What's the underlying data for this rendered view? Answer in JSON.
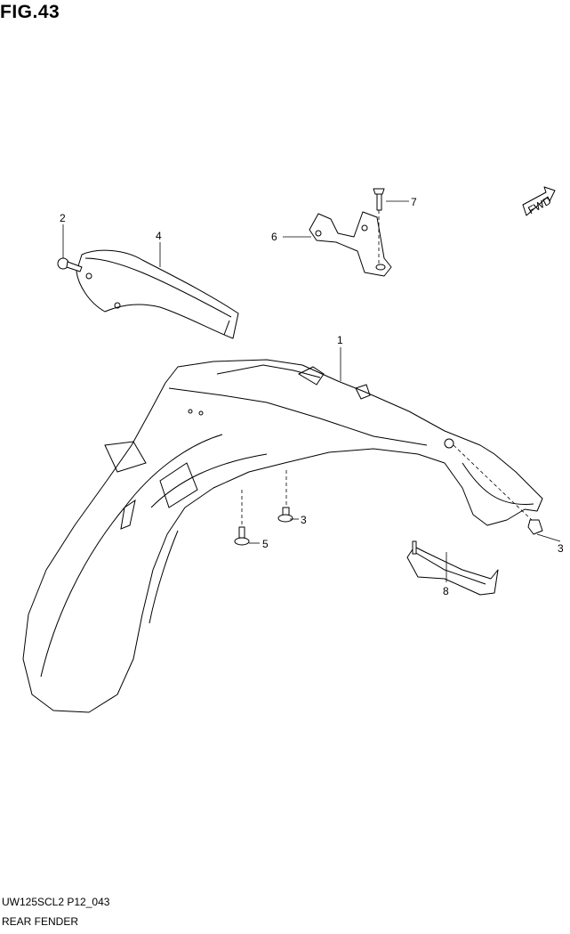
{
  "figure": {
    "title": "FIG.43",
    "model_code": "UW125SCL2 P12_043",
    "section_name": "REAR FENDER",
    "fwd_label": "FWD"
  },
  "callouts": [
    {
      "id": "c1",
      "label": "1"
    },
    {
      "id": "c2",
      "label": "2"
    },
    {
      "id": "c3a",
      "label": "3"
    },
    {
      "id": "c3b",
      "label": "3"
    },
    {
      "id": "c4",
      "label": "4"
    },
    {
      "id": "c5",
      "label": "5"
    },
    {
      "id": "c6",
      "label": "6"
    },
    {
      "id": "c7",
      "label": "7"
    },
    {
      "id": "c8",
      "label": "8"
    }
  ]
}
